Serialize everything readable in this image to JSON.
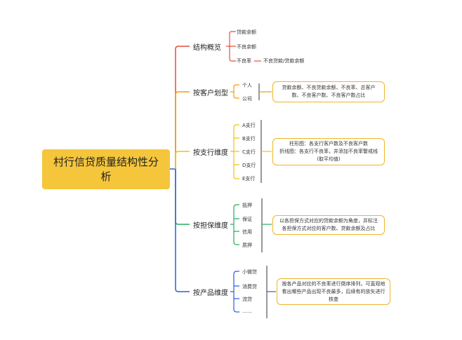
{
  "root": {
    "title": "村行信贷质量结构性分析"
  },
  "colors": {
    "root": "#f5c63b",
    "b1": "#e74c3c",
    "b2": "#f39c12",
    "b3": "#f1c40f",
    "b4": "#27ae60",
    "b5": "#2e5fd6",
    "note_border": "#f0b429"
  },
  "branches": [
    {
      "label": "结构概览",
      "leaves": [
        "贷款余额",
        "不良余额",
        "不良率"
      ],
      "extra": "不良贷款/贷款余额"
    },
    {
      "label": "按客户划型",
      "leaves": [
        "个人",
        "公司"
      ],
      "note": "贷款余额、不良贷款余额、不良率、总客户数、不良客户数、不良客户数占比"
    },
    {
      "label": "按支行维度",
      "leaves": [
        "A支行",
        "B支行",
        "C支行",
        "D支行",
        "E支行"
      ],
      "note_lines": [
        "柱形图：各支行客户数及不良客户数",
        "折线图：各支行不良率，并添加不良率警戒线",
        "(取平均值)"
      ]
    },
    {
      "label": "按担保维度",
      "leaves": [
        "抵押",
        "保证",
        "信用",
        "质押"
      ],
      "note": "以各担保方式对应的贷款余额为角度，并标注各担保方式对应的客户数、贷款余额及占比"
    },
    {
      "label": "按产品维度",
      "leaves": [
        "小微贷",
        "消费贷",
        "流贷",
        "……"
      ],
      "note": "按各产品对应的不良率进行倒序排列，可直观地看出哪些产品出现不良最多，后续有的放矢进行核查"
    }
  ]
}
